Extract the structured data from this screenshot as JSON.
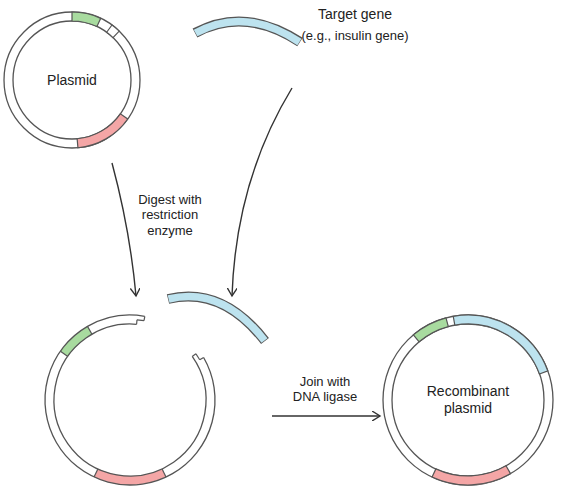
{
  "diagram": {
    "nodes": [
      {
        "text": [
          "Plasmid"
        ]
      },
      {
        "text": [
          "Recombinant plasmid"
        ]
      }
    ],
    "labels": [
      "Target gene",
      "(e.g., insulin gene)",
      "Digest with restriction enzyme",
      "Join with DNA ligase"
    ]
  }
}
